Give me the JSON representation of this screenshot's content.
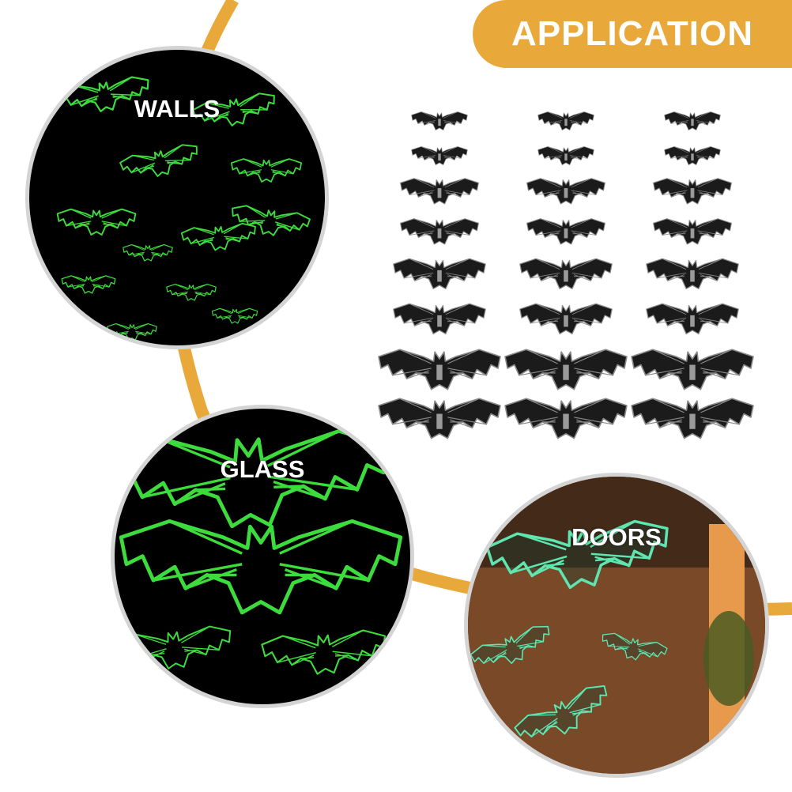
{
  "banner": {
    "title": "APPLICATION"
  },
  "applications": [
    {
      "label": "WALLS"
    },
    {
      "label": "GLASS"
    },
    {
      "label": "DOORS"
    }
  ],
  "colors": {
    "accent": "#E9A93A",
    "glow_green": "#3ddc3d",
    "door_glow": "#5fe6b0",
    "bat_fill": "#1b1b1b"
  },
  "product": {
    "rows": 8,
    "columns": 3
  }
}
